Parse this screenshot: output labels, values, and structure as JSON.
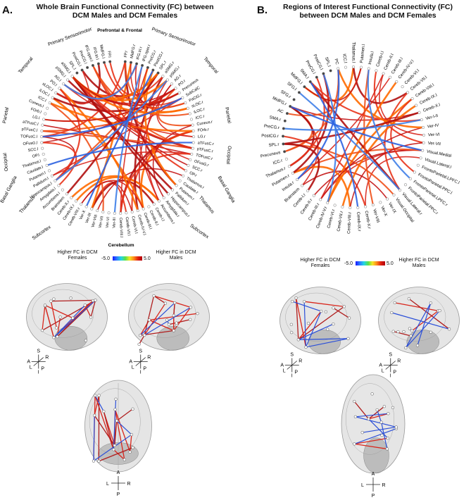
{
  "panel_a": {
    "letter": "A.",
    "title_line1": "Whole Brain Functional Connectivity (FC) between",
    "title_line2": "DCM Males and DCM Females",
    "regions": {
      "prefrontal": "Prefrontal & Frontal",
      "primary_left": "Primary Sensorimotor",
      "primary_right": "Primary Sensorimotor",
      "temporal_left": "Temporal",
      "temporal_right": "Temporal",
      "parietal_left": "Parietal",
      "parietal_right": "Parietal",
      "occipital_left": "Occipital",
      "occipital_right": "Occipital",
      "basal_left": "Basal Ganglia",
      "basal_right": "Basal Ganglia",
      "thalamus_left": "Thalamus",
      "thalamus_right": "Thalamus",
      "subcortex_left": "Subcortex",
      "subcortex_right": "Subcortex",
      "cerebellum": "Cerebellum"
    },
    "node_labels_left": [
      "FP.l",
      "MidFG.l",
      "IFG.tri.l",
      "IFG.oper.l",
      "PreCG.l",
      "PostCG.l",
      "SPL.l",
      "aSMG.l",
      "pSMG.l",
      "AG.l",
      "PO.l",
      "sLOC.l",
      "iLOC.l",
      "ICC.l",
      "Cuneus.l",
      "FOrb.l",
      "LG.l",
      "aTFusC.l",
      "pTFusC.l",
      "TOFusC.l",
      "OFusG.l",
      "SCC.l",
      "OP.l",
      "Thalamus.l",
      "Caudate.l",
      "Putamen.l",
      "Pallidum.l",
      "Hippocampus.l",
      "Amygdala.l",
      "Accumbens.l",
      "Brainstem"
    ],
    "node_labels_right": [
      "FP.r",
      "MidFG.r",
      "IFG.tri.r",
      "IFG.oper.r",
      "PreCG.r",
      "PostCG.r",
      "SPL.r",
      "aSMG.r",
      "pSMG.r",
      "AG.r",
      "PO.r",
      "Precuneus",
      "SubCalC",
      "PaCiG.r",
      "sLOC.r",
      "iLOC.r",
      "ICC.r",
      "Cuneus.r",
      "FOrb.r",
      "LG.r",
      "aTFusC.r",
      "pTFusC.r",
      "TOFusC.r",
      "OFusG.r",
      "SCC.r",
      "OP.r",
      "Thalamus.r",
      "Caudate.r",
      "Putamen.r",
      "Pallidum.r",
      "Hippocampus.r",
      "Amygdala.r",
      "Accumbens.r"
    ],
    "node_labels_bottom": [
      "Cereb-I.l",
      "Cereb-II.l",
      "Cereb-III.l",
      "Cereb-IV-V.l",
      "Cereb-VI.l",
      "Cereb-VII.l",
      "Cereb-VIII.l",
      "Ver-III",
      "Ver-VI",
      "Ver-VII",
      "Ver-VIII",
      "Ver-IX",
      "Ver-X",
      "Cereb-VIII.r",
      "Cereb-IX.r",
      "Cereb-X.r"
    ],
    "legend_left": "Higher FC in DCM Females",
    "legend_right": "Higher FC in DCM Males",
    "legend_min": "-5.0",
    "legend_max": "5.0"
  },
  "panel_b": {
    "letter": "B.",
    "title_line1": "Regions of Interest Functional Connectivity (FC)",
    "title_line2": "between DCM Males and DCM Females",
    "node_labels": [
      "SFG.l",
      "MidFG.l",
      "SMA.l",
      "PreCG.l",
      "PostCG.l",
      "SPL.l",
      "PC",
      "ICC.l",
      "Thalamus.l",
      "Putamen.l",
      "Insula.l",
      "Cereb-I.l",
      "Cereb-II.l",
      "Cereb-III.l",
      "Cereb-IV-V.l",
      "Cereb-VI.l",
      "Cereb-VII.l",
      "Cereb-VIII.l",
      "Cereb-IX.l",
      "Cereb-X.l",
      "Ver-I-II",
      "Ver-IV",
      "Ver-VI",
      "Ver-VII",
      "Visual.Medial",
      "Visual.Lateral.l",
      "FrontoParietal.LPFC.l",
      "FrontoParietal.PPC.l",
      "FrontoParietal.LPFC.r",
      "FrontoParietal.PPC.r",
      "Visual.Lateral.r",
      "Visual.Occipital",
      "Ver-IX",
      "Ver-X",
      "Ver-VIII",
      "Cereb-X.r",
      "Cereb-IX.r",
      "Cereb-VIII.r",
      "Cereb-VII.r",
      "Cereb-VI.r",
      "Cereb-IV-V.r",
      "Cereb-III.r",
      "Cereb-II.r",
      "Cereb-I.r",
      "Brainstem",
      "Insula.r",
      "Putamen.r",
      "Thalamus.r",
      "ICC.r",
      "Precuneus",
      "SPL.r",
      "PostCG.r",
      "PreCG.r",
      "SMA.r",
      "AC",
      "MidFG.r",
      "SFG.r"
    ],
    "legend_left": "Higher FC in DCM Females",
    "legend_right": "Higher FC in DCM Males",
    "legend_min": "-5.0",
    "legend_max": "5.0"
  },
  "axes": {
    "sagittal": {
      "s": "S",
      "i": "I",
      "a": "A",
      "p": "P",
      "l": "L",
      "r": "R"
    },
    "axial": {
      "a": "A",
      "p": "P",
      "l": "L",
      "r": "R"
    }
  },
  "colors": {
    "positive": "#d8261c",
    "positive_hot": "#ff6a00",
    "negative": "#2b62e0",
    "brain": "#bdbdbd"
  }
}
